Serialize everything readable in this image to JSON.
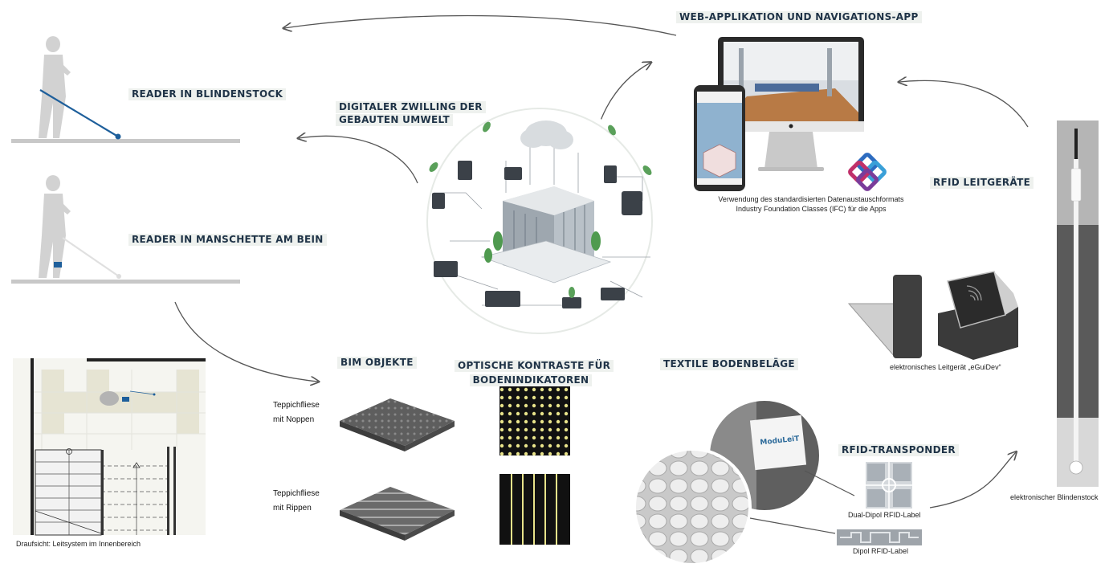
{
  "headings": {
    "reader_blindenstock": "READER IN BLINDENSTOCK",
    "reader_manschette": "READER IN MANSCHETTE AM BEIN",
    "digitaler_zwilling_1": "DIGITALER  ZWILLING  DER",
    "digitaler_zwilling_2": "GEBAUTEN UMWELT",
    "web_app": "WEB-APPLIKATION UND NAVIGATIONS-APP",
    "rfid_leitgeraete": "RFID LEITGERÄTE",
    "bim_objekte": "BIM OBJEKTE",
    "optische_1": "OPTISCHE KONTRASTE FÜR",
    "optische_2": "BODENINDIKATOREN",
    "textile": "TEXTILE BODENBELÄGE",
    "rfid_transponder": "RFID-TRANSPONDER"
  },
  "captions": {
    "ifc_1": "Verwendung des standardisierten Datenaustauschformats",
    "ifc_2": "Industry Foundation Classes (IFC) für die Apps",
    "eguidev": "elektronisches Leitgerät „eGuiDev“",
    "blindenstock": "elektronischer Blindenstock",
    "draufsicht": "Draufsicht: Leitsystem im Innenbereich",
    "dual_dipol": "Dual-Dipol RFID-Label",
    "dipol": "Dipol RFID-Label"
  },
  "tiles": {
    "noppen_1": "Teppichfliese",
    "noppen_2": "mit Noppen",
    "rippen_1": "Teppichfliese",
    "rippen_2": "mit Rippen"
  },
  "logo_text": "ModuLeiT",
  "colors": {
    "heading_text": "#1f3347",
    "cane_blue": "#1e5f9b",
    "contrast_yellow": "#e8e38a"
  }
}
